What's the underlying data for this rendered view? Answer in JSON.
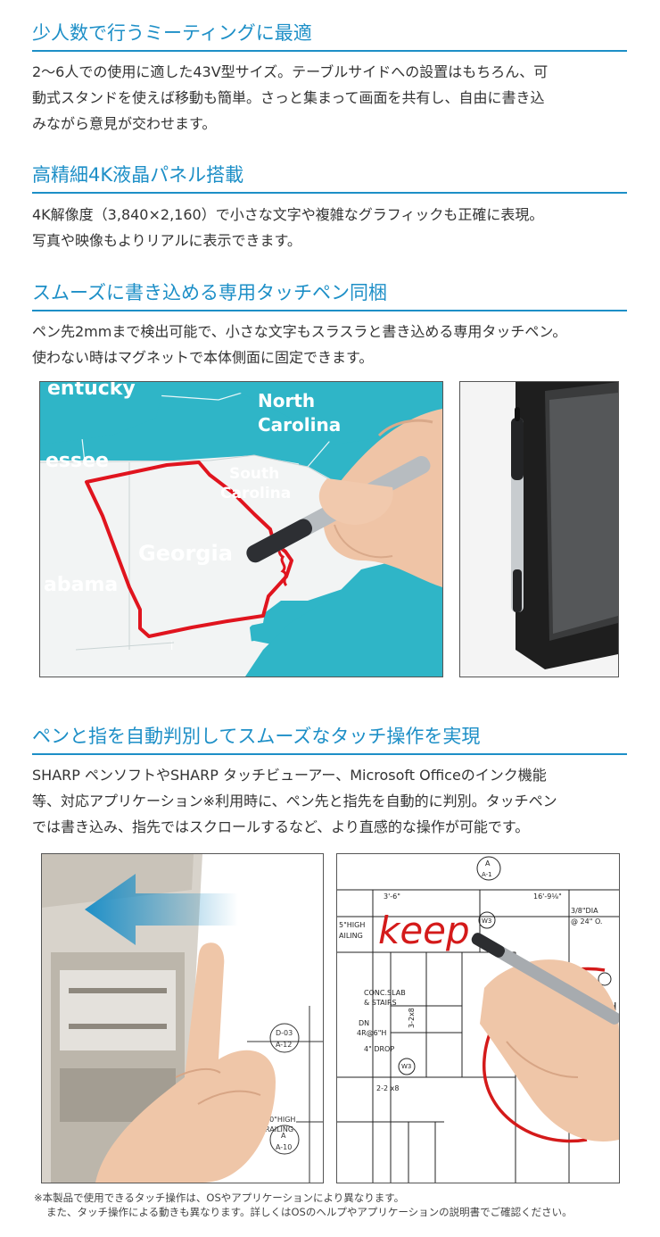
{
  "section1": {
    "title": "少人数で行うミーティングに最適",
    "lines": [
      "2〜6人での使用に適した43V型サイズ。テーブルサイドへの設置はもちろん、可",
      "動式スタンドを使えば移動も簡単。さっと集まって画面を共有し、自由に書き込",
      "みながら意見が交わせます。"
    ]
  },
  "section2": {
    "title": "高精細4K液晶パネル搭載",
    "lines": [
      "4K解像度（3,840×2,160）で小さな文字や複雑なグラフィックも正確に表現。",
      "写真や映像もよりリアルに表示できます。"
    ]
  },
  "section3": {
    "title": "スムーズに書き込める専用タッチペン同梱",
    "lines": [
      "ペン先2mmまで検出可能で、小さな文字もスラスラと書き込める専用タッチペン。",
      "使わない時はマグネットで本体側面に固定できます。"
    ],
    "map_labels": {
      "kentucky": "entucky",
      "north": "North",
      "carolina": "Carolina",
      "tennessee": "essee",
      "south": "South",
      "south_carolina": "Carolina",
      "georgia": "Georgia",
      "alabama": "abama"
    }
  },
  "section4": {
    "title": "ペンと指を自動判別してスムーズなタッチ操作を実現",
    "lines": [
      "SHARP ペンソフトやSHARP タッチビューアー、Microsoft Officeのインク機能",
      "等、対応アプリケーション※利用時に、ペン先と指先を自動的に判別。タッチペン",
      "では書き込み、指先ではスクロールするなど、より直感的な操作が可能です。"
    ],
    "finger_labels": {
      "tag_top": "D-03",
      "tag_bottom": "A-12",
      "railing_1": "40\"HIGH",
      "railing_2": "RAILING",
      "tag2_top": "A",
      "tag2_bottom": "A-10"
    },
    "blueprint_labels": {
      "keep": "keep",
      "dim1": "3'-6\"",
      "dim2": "16'-9⅛\"",
      "dia1": "3/8\"DIA",
      "dia2": "@ 24\" O.",
      "high": "5\"HIGH",
      "ailing": "AILING",
      "w3": "W3",
      "slab1": "CONC.SLAB",
      "slab2": "& STAIRS",
      "dn": "DN",
      "risers": "4R@6\"H",
      "drop": "4\" DROP",
      "dim3": "2-2 x8",
      "dim4": "3-2x8",
      "itch": "ITCH",
      "tag_a": "A",
      "tag_a1": "A-1"
    }
  },
  "notes": [
    "※本製品で使用できるタッチ操作は、OSやアプリケーションにより異なります。",
    "また、タッチ操作による動きも異なります。詳しくはOSのヘルプやアプリケーションの説明書でご確認ください。"
  ],
  "colors": {
    "accent": "#1d8fc7",
    "map_sea": "#2fb5c7",
    "map_land": "#f2f4f4",
    "georgia_outline": "#e0141e",
    "ink_red": "#d41a1a"
  }
}
